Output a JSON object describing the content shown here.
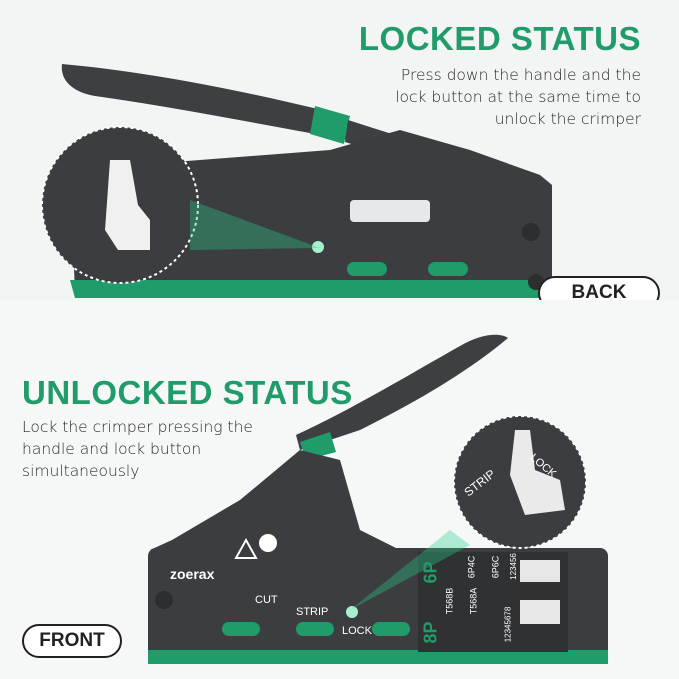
{
  "locked": {
    "title": "LOCKED STATUS",
    "description_lines": [
      "Press down the handle and the",
      "lock button at the same time to",
      "unlock the crimper"
    ],
    "badge": "BACK"
  },
  "unlocked": {
    "title": "UNLOCKED STATUS",
    "description_lines": [
      "Lock the crimper pressing the",
      "handle and lock button",
      "simultaneously"
    ],
    "badge": "FRONT"
  },
  "tool_labels": {
    "brand": "zoerax",
    "cut": "CUT",
    "strip": "STRIP",
    "lock": "LOCK",
    "strip_zoom": "STRIP",
    "lock_zoom": "LOCK",
    "port_8p": "8P",
    "port_6p": "6P",
    "port_568b": "T568B",
    "port_568a": "T568A",
    "port_6p4c": "6P4C",
    "port_6p6c": "6P6C",
    "pin_numbers_8": "12345678",
    "pin_numbers_6": "123456"
  },
  "colors": {
    "accent_green": "#1f9c6a",
    "tool_body": "#3b3d40",
    "background": "#f3f4f4"
  }
}
